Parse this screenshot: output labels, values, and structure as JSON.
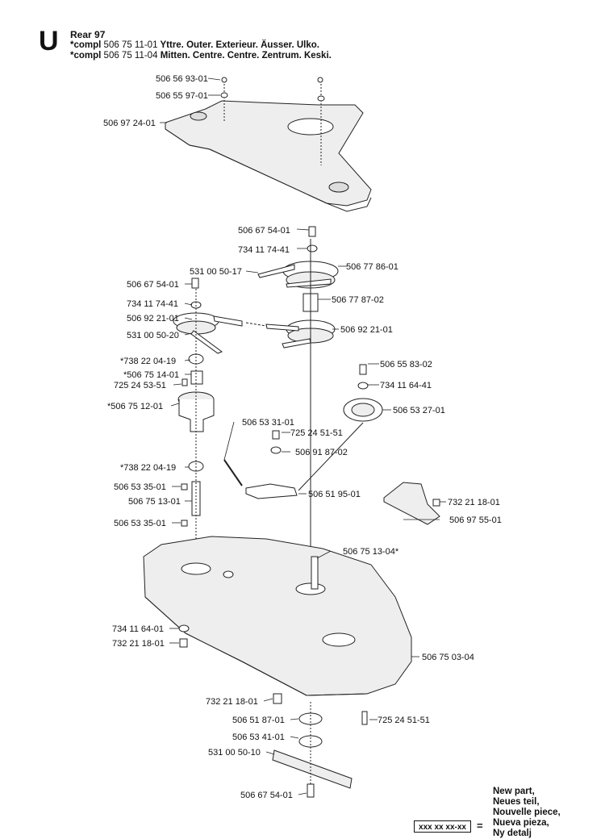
{
  "header": {
    "section_letter": "U",
    "model": "Rear 97",
    "lines": [
      {
        "prefix": "*compl",
        "part": "506 75 11-01",
        "desc": "Yttre. Outer. Exterieur. Äusser. Ulko."
      },
      {
        "prefix": "*compl",
        "part": "506 75 11-04",
        "desc": "Mitten. Centre. Centre. Zentrum. Keski."
      }
    ]
  },
  "parts": [
    {
      "id": "p1",
      "label": "506 56 93-01"
    },
    {
      "id": "p2",
      "label": "506 55 97-01"
    },
    {
      "id": "p3",
      "label": "506 97 24-01"
    },
    {
      "id": "p4",
      "label": "506 67 54-01"
    },
    {
      "id": "p5",
      "label": "734 11 74-41"
    },
    {
      "id": "p6",
      "label": "531 00 50-17"
    },
    {
      "id": "p7",
      "label": "506 77 86-01"
    },
    {
      "id": "p8",
      "label": "506 67 54-01"
    },
    {
      "id": "p9",
      "label": "506 77 87-02"
    },
    {
      "id": "p10",
      "label": "734 11 74-41"
    },
    {
      "id": "p11",
      "label": "506 92 21-01"
    },
    {
      "id": "p12",
      "label": "506 92 21-01"
    },
    {
      "id": "p13",
      "label": "531 00 50-20"
    },
    {
      "id": "p14",
      "label": "*738 22 04-19"
    },
    {
      "id": "p15",
      "label": "506 55 83-02"
    },
    {
      "id": "p16",
      "label": "*506 75 14-01"
    },
    {
      "id": "p17",
      "label": "734 11 64-41"
    },
    {
      "id": "p18",
      "label": "725 24 53-51"
    },
    {
      "id": "p19",
      "label": "*506 75 12-01"
    },
    {
      "id": "p20",
      "label": "506 53 27-01"
    },
    {
      "id": "p21",
      "label": "506 53 31-01"
    },
    {
      "id": "p22",
      "label": "725 24 51-51"
    },
    {
      "id": "p23",
      "label": "506 91 87-02"
    },
    {
      "id": "p24",
      "label": "*738 22 04-19"
    },
    {
      "id": "p25",
      "label": "506 53 35-01"
    },
    {
      "id": "p26",
      "label": "506 51 95-01"
    },
    {
      "id": "p27",
      "label": "732 21 18-01"
    },
    {
      "id": "p28",
      "label": "506 75 13-01"
    },
    {
      "id": "p29",
      "label": "506 97 55-01"
    },
    {
      "id": "p30",
      "label": "506 53 35-01"
    },
    {
      "id": "p31",
      "label": "506 75 13-04*"
    },
    {
      "id": "p32",
      "label": "734 11 64-01"
    },
    {
      "id": "p33",
      "label": "732 21 18-01"
    },
    {
      "id": "p34",
      "label": "506 75 03-04"
    },
    {
      "id": "p35",
      "label": "732 21 18-01"
    },
    {
      "id": "p36",
      "label": "506 51 87-01"
    },
    {
      "id": "p37",
      "label": "725 24 51-51"
    },
    {
      "id": "p38",
      "label": "506 53 41-01"
    },
    {
      "id": "p39",
      "label": "531 00 50-10"
    },
    {
      "id": "p40",
      "label": "506 67 54-01"
    }
  ],
  "legend": {
    "lines": [
      "New part,",
      "Neues teil,",
      "Nouvelle piece,",
      "Nueva pieza,",
      "Ny detalj"
    ],
    "box": "xxx xx xx-xx",
    "equals": "="
  }
}
